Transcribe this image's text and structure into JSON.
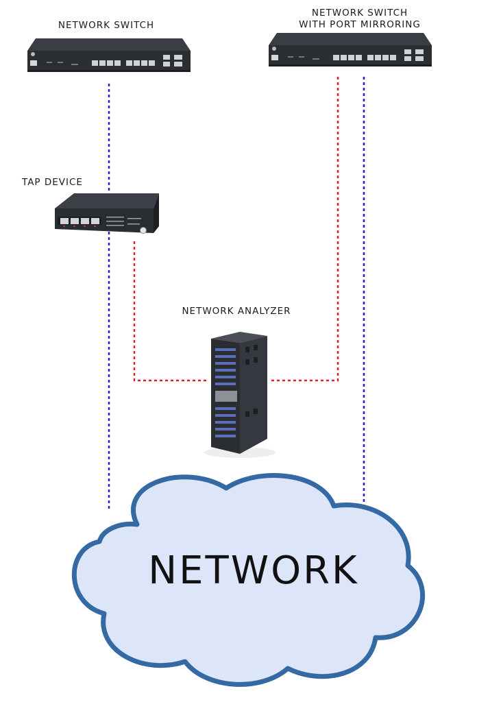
{
  "labels": {
    "switch_left": "NETWORK SWITCH",
    "switch_right_line1": "NETWORK SWITCH",
    "switch_right_line2": "WITH PORT MIRRORING",
    "tap_device": "TAP DEVICE",
    "network_analyzer": "NETWORK ANALYZER",
    "network": "NETWORK"
  },
  "colors": {
    "blue_link": "#2323c8",
    "red_link": "#e02020",
    "cloud_fill": "#dde6f8",
    "cloud_stroke": "#3569a3",
    "device_body": "#2b2e33"
  }
}
